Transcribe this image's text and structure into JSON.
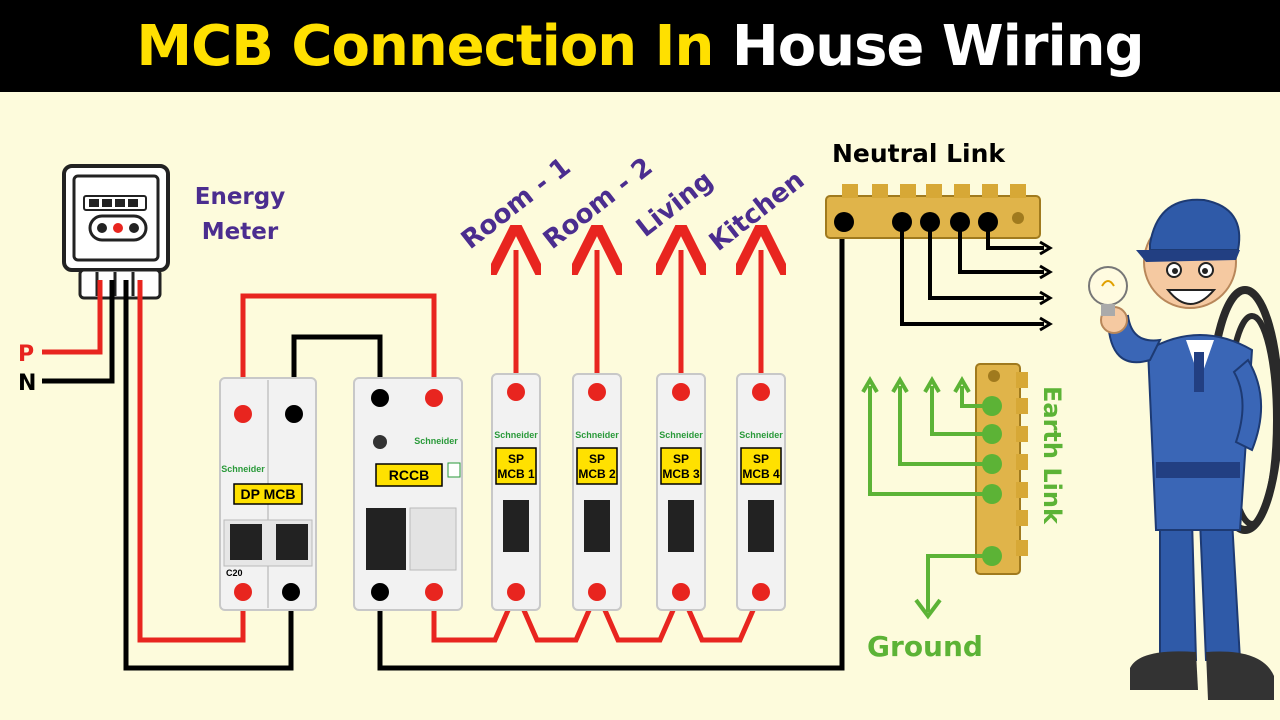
{
  "title": {
    "part1": "MCB Connection In",
    "part2": "House Wiring"
  },
  "colors": {
    "title_highlight": "#ffe000",
    "title_plain": "#ffffff",
    "phase_wire": "#e8251f",
    "neutral_wire": "#000000",
    "earth_wire": "#5cb336",
    "label": "#4b2d8f"
  },
  "supply": {
    "phase": "P",
    "neutral": "N"
  },
  "energy_meter": {
    "label_line1": "Energy",
    "label_line2": "Meter"
  },
  "dp_mcb": {
    "brand": "Schneider",
    "label": "DP MCB",
    "rating": "C20"
  },
  "rccb": {
    "brand": "Schneider",
    "label": "RCCB"
  },
  "sp_mcbs": [
    {
      "brand": "Schneider",
      "line1": "SP",
      "line2": "MCB 1",
      "circuit": "Room - 1"
    },
    {
      "brand": "Schneider",
      "line1": "SP",
      "line2": "MCB 2",
      "circuit": "Room - 2"
    },
    {
      "brand": "Schneider",
      "line1": "SP",
      "line2": "MCB 3",
      "circuit": "Living"
    },
    {
      "brand": "Schneider",
      "line1": "SP",
      "line2": "MCB 4",
      "circuit": "Kitchen"
    }
  ],
  "neutral_link": {
    "label": "Neutral Link"
  },
  "earth_link": {
    "label": "Earth Link"
  },
  "ground": {
    "label": "Ground"
  }
}
